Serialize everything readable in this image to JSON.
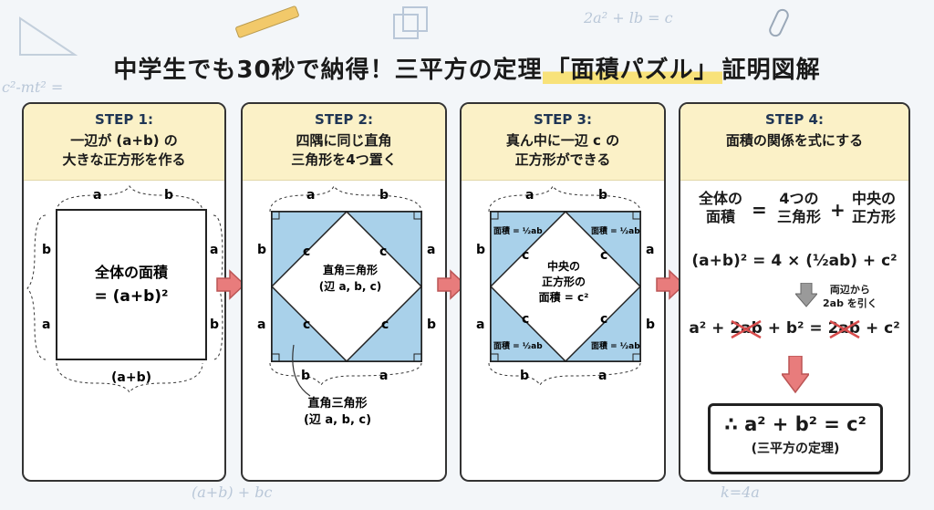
{
  "title": {
    "prefix": "中学生でも30秒で納得！三平方の定理",
    "highlight": "「面積パズル」",
    "suffix": "証明図解"
  },
  "doodles": {
    "d1": "2a² + lb = c",
    "d2": "c²-mt² =",
    "d3": "(a+b) + bc",
    "d4": "k=4a"
  },
  "steps": [
    {
      "label": "STEP 1:",
      "desc_line1": "一辺が (a+b) の",
      "desc_line2": "大きな正方形を作る",
      "inner_line1": "全体の面積",
      "inner_line2": "= (a+b)²",
      "side_a": "a",
      "side_b": "b",
      "bottom": "(a+b)"
    },
    {
      "label": "STEP 2:",
      "desc_line1": "四隅に同じ直角",
      "desc_line2": "三角形を4つ置く",
      "inner_line1": "直角三角形",
      "inner_line2": "(辺 a, b, c)",
      "callout_line1": "直角三角形",
      "callout_line2": "(辺 a, b, c)",
      "side_a": "a",
      "side_b": "b",
      "side_c": "c"
    },
    {
      "label": "STEP 3:",
      "desc_line1": "真ん中に一辺 c の",
      "desc_line2": "正方形ができる",
      "tri_area": "面積 = ½ab",
      "center_line1": "中央の",
      "center_line2": "正方形の",
      "center_line3": "面積 = c²",
      "side_a": "a",
      "side_b": "b",
      "side_c": "c"
    },
    {
      "label": "STEP 4:",
      "desc_line1": "面積の関係を式にする",
      "whole_line1": "全体の",
      "whole_line2": "面積",
      "eq_sign": "=",
      "plus_sign": "+",
      "four_line1": "4つの",
      "four_line2": "三角形",
      "center_line1": "中央の",
      "center_line2": "正方形",
      "eq1": "(a+b)² = 4 × (½ab) + c²",
      "note_line1": "両辺から",
      "note_line2": "2ab を引く",
      "eq2_a": "a² + ",
      "eq2_cross1": "2ab",
      "eq2_b": " + b² = ",
      "eq2_cross2": "2ab",
      "eq2_c": " + c²",
      "result": "∴ a² + b² = c²",
      "result_note": "(三平方の定理)"
    }
  ],
  "colors": {
    "triangle_fill": "#a9d1ea",
    "header_fill": "#fbf1c7",
    "arrow": "#e87c7c",
    "gray_arrow": "#9a9a9a",
    "cross": "#d84c4c"
  }
}
